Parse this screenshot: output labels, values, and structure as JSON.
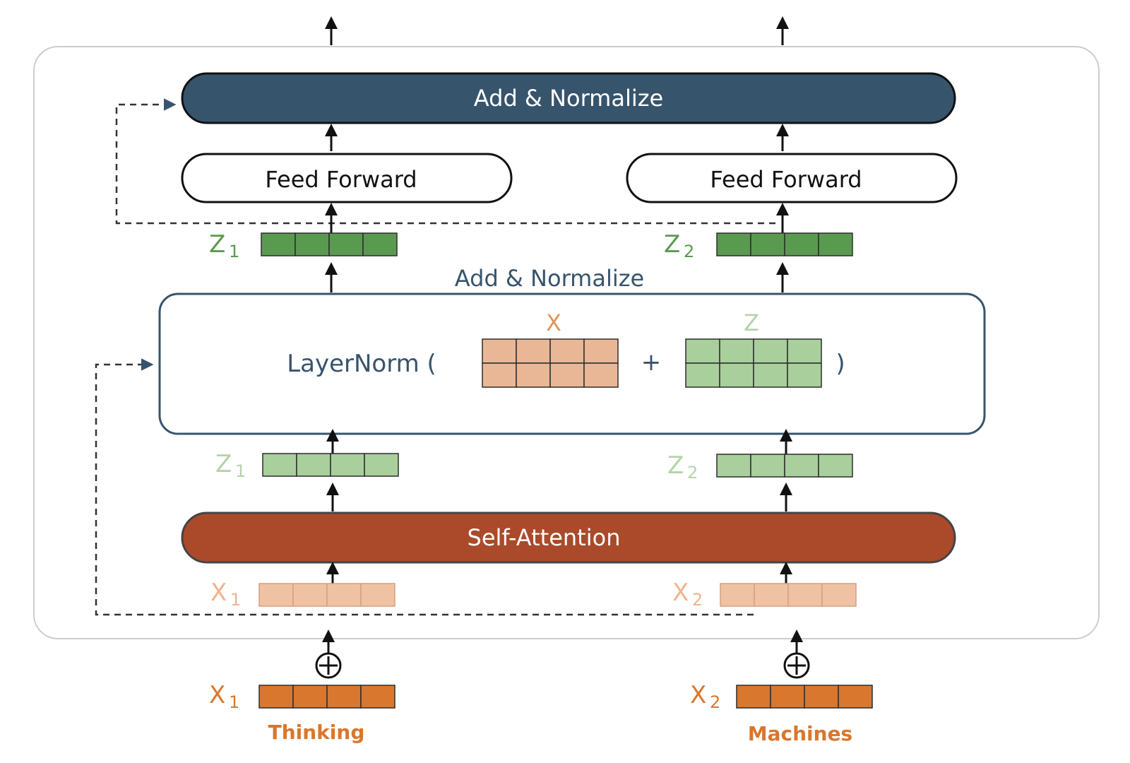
{
  "encoder": {
    "top_add_norm": {
      "label": "Add & Normalize"
    },
    "feed_forward_left": {
      "label": "Feed Forward"
    },
    "feed_forward_right": {
      "label": "Feed Forward"
    },
    "mid_add_norm_caption": "Add & Normalize",
    "layernorm": {
      "prefix": "LayerNorm (",
      "plus": "+",
      "suffix": ")",
      "x_label": "X",
      "z_label": "Z"
    },
    "self_attention": {
      "label": "Self-Attention"
    }
  },
  "vectors": {
    "z1_out": {
      "letter": "Z",
      "sub": "1"
    },
    "z2_out": {
      "letter": "Z",
      "sub": "2"
    },
    "z1_in": {
      "letter": "Z",
      "sub": "1"
    },
    "z2_in": {
      "letter": "Z",
      "sub": "2"
    },
    "x1_attn": {
      "letter": "X",
      "sub": "1"
    },
    "x2_attn": {
      "letter": "X",
      "sub": "2"
    },
    "x1_embed": {
      "letter": "X",
      "sub": "1"
    },
    "x2_embed": {
      "letter": "X",
      "sub": "2"
    }
  },
  "inputs": {
    "word1": "Thinking",
    "word2": "Machines"
  },
  "colors": {
    "navy": "#37546d",
    "rust": "#aa4a2a",
    "green_dark": "#5a9a50",
    "green_light": "#a9cf9c",
    "green_text_dark": "#5a9a50",
    "green_text_light": "#b5d3aa",
    "peach_light": "#f0c2a4",
    "peach_mid": "#eab796",
    "orange": "#d9772e",
    "orange_text": "#d9772e",
    "peach_text": "#efb48e",
    "x_matrix_text": "#e0955d"
  }
}
